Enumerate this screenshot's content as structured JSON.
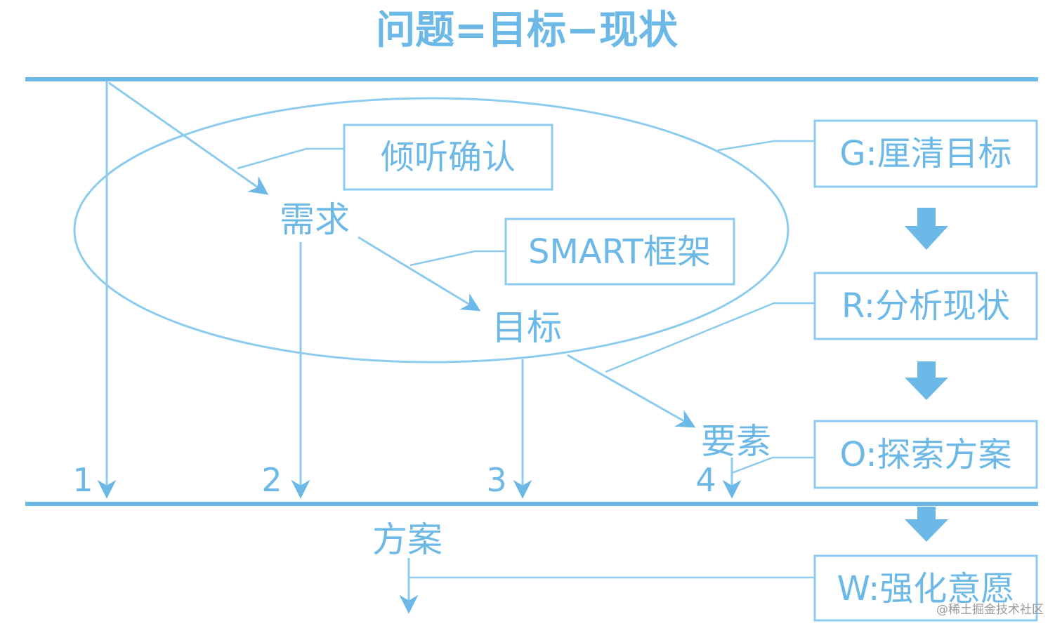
{
  "colors": {
    "accent": "#6cb8e6",
    "thin": "#8ccbee",
    "arrow_fill": "#6cb8e6"
  },
  "title": "问题=目标−现状",
  "nodes": {
    "need": "需求",
    "goal": "目标",
    "elements": "要素",
    "plan": "方案"
  },
  "tools": {
    "listen": "倾听确认",
    "smart": "SMART框架"
  },
  "steps": [
    {
      "label": "G:厘清目标"
    },
    {
      "label": "R:分析现状"
    },
    {
      "label": "O:探索方案"
    },
    {
      "label": "W:强化意愿"
    }
  ],
  "numbers": [
    "1",
    "2",
    "3",
    "4"
  ],
  "watermark": "@稀土掘金技术社区"
}
